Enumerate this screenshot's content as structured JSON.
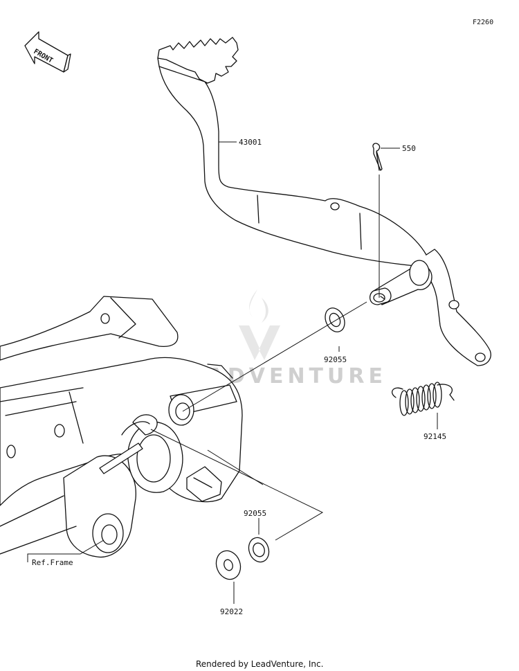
{
  "diagram_code": "F2260",
  "front_indicator": "FRONT",
  "watermark": "LEADVENTURE",
  "parts": {
    "pedal": "43001",
    "cotter_pin": "550",
    "washer_upper": "92055",
    "spring": "92145",
    "washer_lower": "92055",
    "washer_bottom": "92022"
  },
  "frame_reference": "Ref.Frame",
  "footer": "Rendered by LeadVenture, Inc."
}
